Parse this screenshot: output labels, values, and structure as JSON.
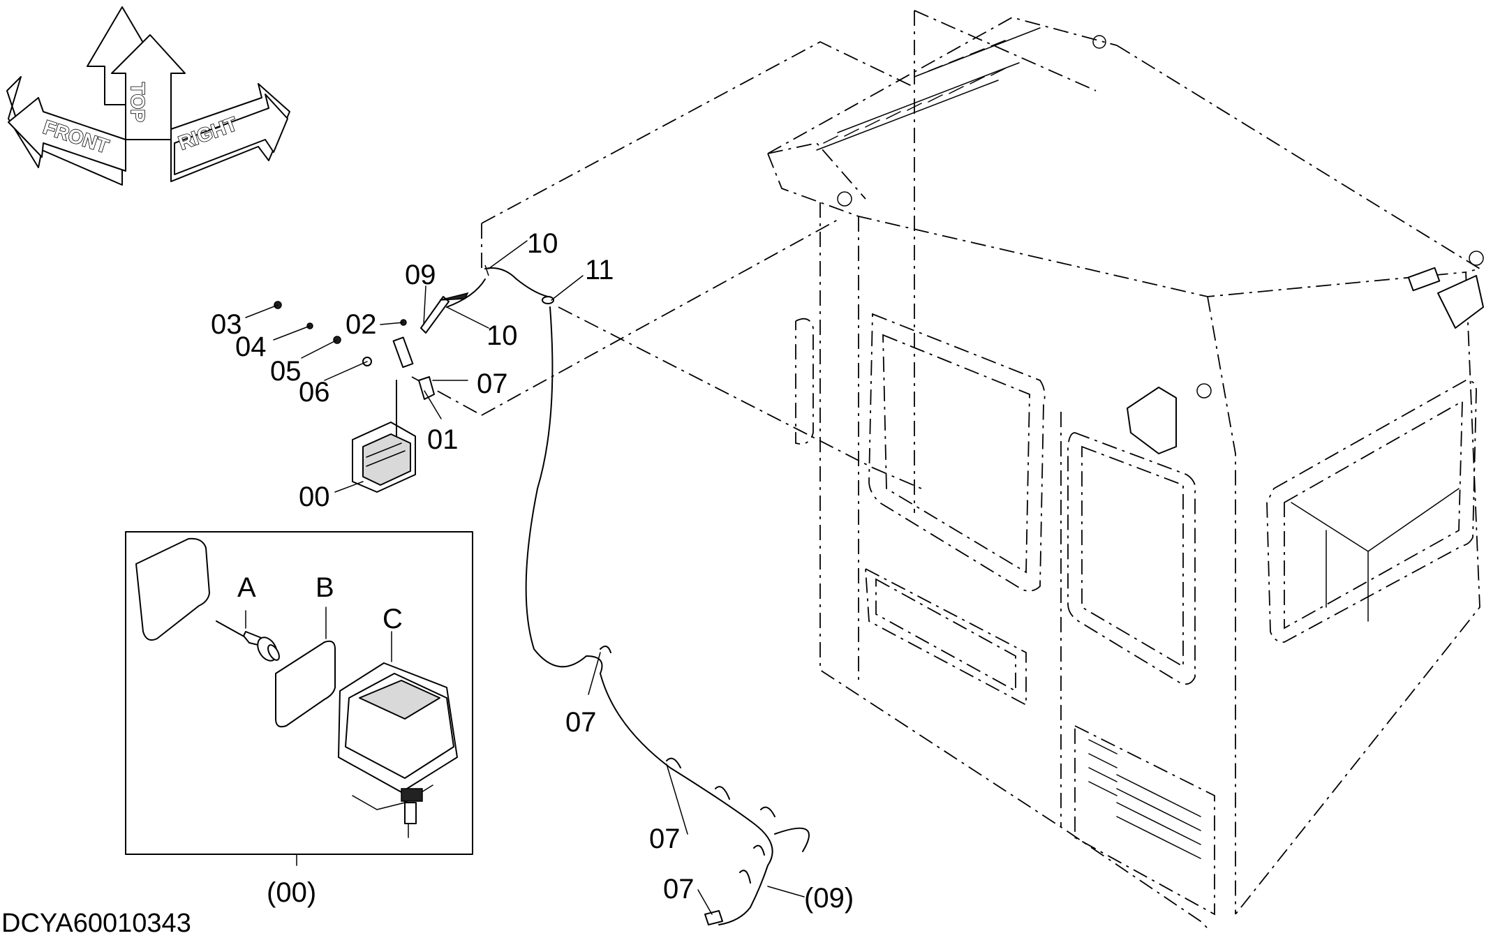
{
  "drawing_code": "DCYA60010343",
  "orientation": {
    "front": "FRONT",
    "top": "TOP",
    "right": "RIGHT"
  },
  "callouts": {
    "c00": "00",
    "c01": "01",
    "c02": "02",
    "c03": "03",
    "c04": "04",
    "c05": "05",
    "c06": "06",
    "c07a": "07",
    "c07b": "07",
    "c07c": "07",
    "c07d": "07",
    "c09": "09",
    "c10a": "10",
    "c10b": "10",
    "c11": "11",
    "c09p": "(09)"
  },
  "detail": {
    "label": "(00)",
    "part_a": "A",
    "part_b": "B",
    "part_c": "C"
  }
}
